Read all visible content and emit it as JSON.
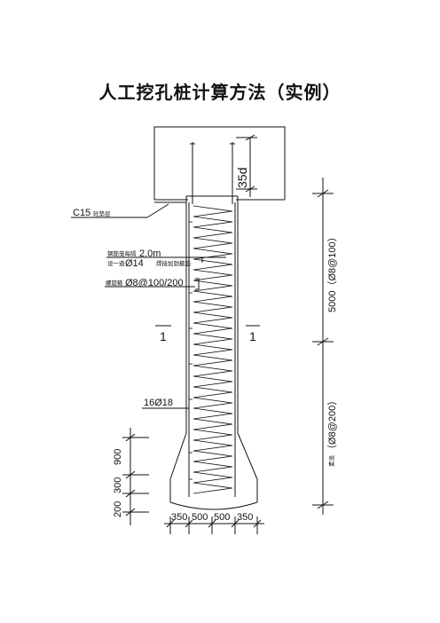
{
  "page": {
    "title": "人工挖孔桩计算方法（实例）"
  },
  "drawing": {
    "cap_anchor_label": "35d",
    "cushion_label": "C15",
    "cushion_note": "砼垫层",
    "stiffener_spacing_value": "2.0m",
    "stiffener_spacing_prefix": "钢筋笼每隔",
    "stiffener_bar_value": "Ø14",
    "stiffener_bar_prefix": "设一道",
    "stiffener_bar_suffix": "焊接加劲箍筋",
    "spiral_value": "Ø8@100/200",
    "spiral_prefix": "螺旋箍",
    "section_mark_left": "1",
    "section_mark_right": "1",
    "main_bars": "16Ø18",
    "dim_upper": "5000（Ø8@100）",
    "dim_lower_prefix": "素混",
    "dim_lower": "（Ø8@200）",
    "dim_bell_900": "900",
    "dim_bell_300": "300",
    "dim_bell_200": "200",
    "dim_bottom_350_left": "350",
    "dim_bottom_500_left": "500",
    "dim_bottom_500_right": "500",
    "dim_bottom_350_right": "350"
  }
}
